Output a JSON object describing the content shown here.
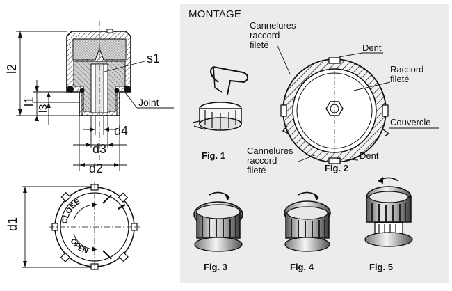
{
  "technical_drawing": {
    "dimension_labels": {
      "l2": "l2",
      "l1": "l1",
      "l3": "l3",
      "s1": "s1",
      "d4": "d4",
      "d3": "d3",
      "d2": "d2",
      "d1": "d1"
    },
    "joint_label": "Joint",
    "cap_text": {
      "close": "CLOSE",
      "open": "OPEN"
    }
  },
  "montage": {
    "title": "MONTAGE",
    "labels": {
      "cannelures_top": [
        "Cannelures",
        "raccord",
        "fileté"
      ],
      "dent_top": "Dent",
      "raccord_filete": [
        "Raccord",
        "fileté"
      ],
      "couvercle": "Couvercle",
      "cannelures_bottom": [
        "Cannelures",
        "raccord",
        "fileté"
      ],
      "dent_bottom": "Dent"
    },
    "figures": {
      "fig1": "Fig. 1",
      "fig2": "Fig. 2",
      "fig3": "Fig. 3",
      "fig4": "Fig. 4",
      "fig5": "Fig. 5"
    }
  }
}
